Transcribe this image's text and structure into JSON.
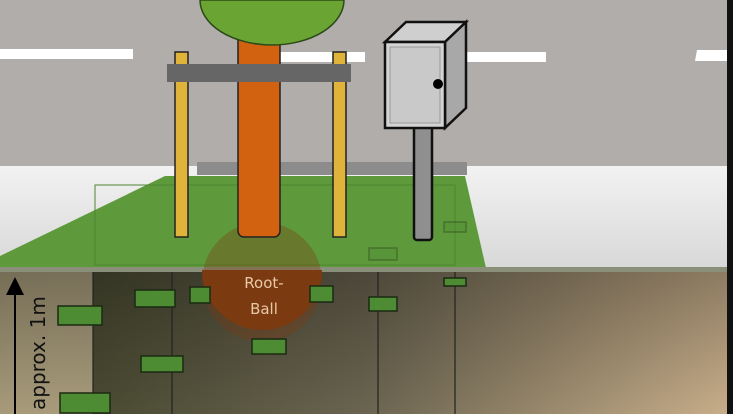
{
  "labels": {
    "root_ball_line1": "Root-",
    "root_ball_line2": "Ball",
    "depth": "approx. 1m"
  },
  "colors": {
    "road": "#b1adab",
    "lane_marking": "#ffffff",
    "sidewalk": "#e6e6e6",
    "grass": "#5e9a3c",
    "trunk": "#d2620f",
    "canopy": "#6aa533",
    "stake": "#e0b43a",
    "root_ball": "#7c3a10",
    "pipe": "#4e8c34",
    "cabinet": "#d0d0d0"
  }
}
